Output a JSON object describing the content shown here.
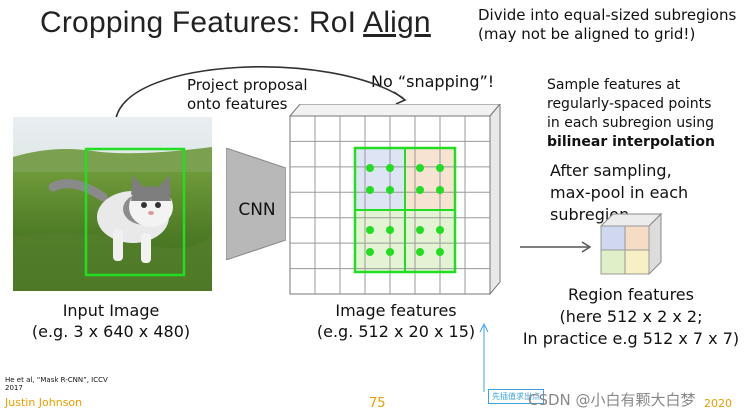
{
  "title": {
    "prefix": "Cropping Features: RoI ",
    "underlined": "Align"
  },
  "top_note": [
    "Divide into equal-sized subregions",
    "(may not be aligned to grid!)"
  ],
  "project_note": [
    "Project proposal",
    "onto features"
  ],
  "no_snapping": "No “snapping”!",
  "sample_note": [
    "Sample features at",
    "regularly-spaced points",
    "in each subregion using"
  ],
  "sample_bold": "bilinear interpolation",
  "after_note": [
    "After sampling,",
    "max-pool in each",
    "subregion"
  ],
  "cnn_label": "CNN",
  "input_label": [
    "Input Image",
    "(e.g. 3 x 640 x 480)"
  ],
  "features_label": [
    "Image features",
    "(e.g. 512 x 20 x 15)"
  ],
  "region_label": [
    "Region features",
    "(here 512 x 2 x 2;",
    "In practice e.g 512 x 7 x 7)"
  ],
  "citation": [
    "He et al, “Mask R-CNN”, ICCV",
    "2017"
  ],
  "author": "Justin Johnson",
  "page_number": "75",
  "watermark": "CSDN @小白有颗大白梦",
  "date_fragment": "2020",
  "annotation_box": "先插值求出点",
  "colors": {
    "accent_green": "#22dd22",
    "footer_orange": "#e8a000",
    "cube_blue": "#cfd8ee",
    "cube_orange": "#f5dcc4",
    "cube_green": "#dff0c8",
    "cube_yellow": "#f6f0c4",
    "grid_blue": "#dde4f4",
    "grid_peach": "#f7e3d2",
    "grid_green": "#e3f3d3"
  }
}
